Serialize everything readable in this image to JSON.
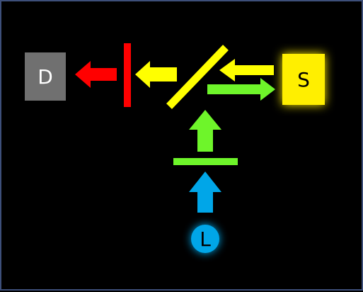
{
  "colors": {
    "background": "#000000",
    "frame": "#3d4f7a",
    "detector": "#707070",
    "sample": "#ffef00",
    "laser": "#00a6e8",
    "red": "#ff0000",
    "yellow": "#ffff00",
    "green": "#6ef52a",
    "blue": "#00a6e8"
  },
  "nodes": {
    "detector": {
      "label": "D"
    },
    "sample": {
      "label": "S"
    },
    "laser": {
      "label": "L"
    }
  },
  "components": {
    "red_filter": {
      "color": "red"
    },
    "dichroic_mirror": {
      "color": "yellow"
    },
    "green_filter": {
      "color": "green"
    }
  },
  "arrows": [
    {
      "name": "laser-to-filter-arrow",
      "color": "blue",
      "direction": "up"
    },
    {
      "name": "filter-to-mirror-arrow",
      "color": "green",
      "direction": "up"
    },
    {
      "name": "mirror-to-sample-arrow",
      "color": "green",
      "direction": "right"
    },
    {
      "name": "sample-to-mirror-arrow",
      "color": "yellow",
      "direction": "left"
    },
    {
      "name": "mirror-to-red-filter-arrow",
      "color": "yellow",
      "direction": "left"
    },
    {
      "name": "red-filter-to-detector-arrow",
      "color": "red",
      "direction": "left"
    }
  ]
}
